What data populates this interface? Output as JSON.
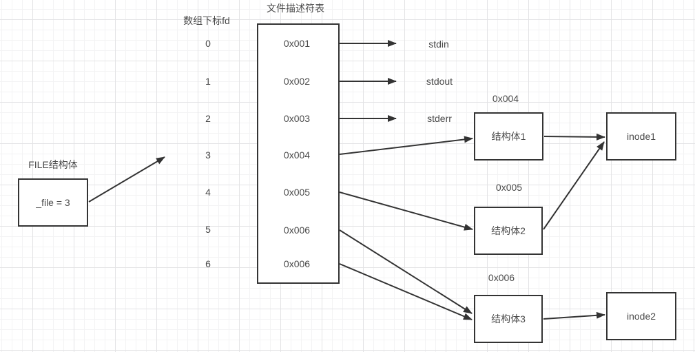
{
  "colors": {
    "background": "#ffffff",
    "grid_minor": "#f3f3f4",
    "grid_major": "#e3e3e5",
    "line": "#333333",
    "text": "#4a4a4a"
  },
  "diagram": {
    "file_struct": {
      "label": "FILE结构体",
      "value": "_file = 3"
    },
    "fd_index_column": {
      "label": "数组下标fd",
      "indices": [
        "0",
        "1",
        "2",
        "3",
        "4",
        "5",
        "6"
      ]
    },
    "fd_table": {
      "title": "文件描述符表",
      "cells": [
        "0x001",
        "0x002",
        "0x003",
        "0x004",
        "0x005",
        "0x006",
        "0x006"
      ]
    },
    "streams": [
      "stdin",
      "stdout",
      "stderr"
    ],
    "structs": [
      {
        "address": "0x004",
        "label": "结构体1"
      },
      {
        "address": "0x005",
        "label": "结构体2"
      },
      {
        "address": "0x006",
        "label": "结构体3"
      }
    ],
    "inodes": [
      {
        "label": "inode1"
      },
      {
        "label": "inode2"
      }
    ],
    "edges": [
      {
        "from": "file-struct-box",
        "to": "fd-index-3"
      },
      {
        "from": "fd-cell-0",
        "to": "stdin"
      },
      {
        "from": "fd-cell-1",
        "to": "stdout"
      },
      {
        "from": "fd-cell-2",
        "to": "stderr"
      },
      {
        "from": "fd-cell-3",
        "to": "struct-1"
      },
      {
        "from": "fd-cell-4",
        "to": "struct-2"
      },
      {
        "from": "fd-cell-5",
        "to": "struct-3"
      },
      {
        "from": "fd-cell-6",
        "to": "struct-3"
      },
      {
        "from": "struct-1",
        "to": "inode-1"
      },
      {
        "from": "struct-2",
        "to": "inode-1"
      },
      {
        "from": "struct-3",
        "to": "inode-2"
      }
    ]
  }
}
